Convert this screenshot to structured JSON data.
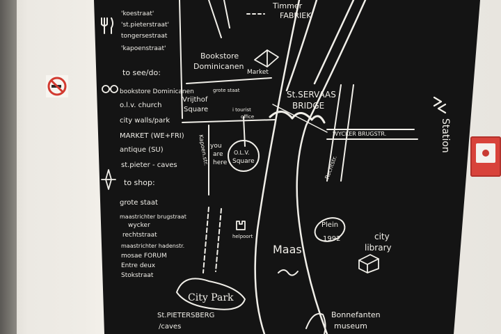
{
  "legend": {
    "food_streets": [
      "'koestraat'",
      "'st.pieterstraat'",
      "tongersestraat",
      "'kapoenstraat'"
    ],
    "see_do_heading": "to see/do:",
    "see_do_items": [
      "bookstore Dominicanen",
      "o.l.v. church",
      "city walls/park",
      "MARKET (WE+FRI)",
      "antique (SU)",
      "st.pieter - caves"
    ],
    "shop_heading": "to shop:",
    "shop_items": [
      "grote staat",
      "maastrichter brugstraat",
      "wycker",
      "rechtstraat",
      "maastrichter hadenstr.",
      "mosae FORUM",
      "Entre deux",
      "Stokstraat"
    ]
  },
  "map_labels": {
    "timmer_fabriek": [
      "Timmer",
      "FABRIEK"
    ],
    "bookstore": [
      "Bookstore",
      "Dominicanen"
    ],
    "market": "Market",
    "vrijthof": [
      "Vrijthof",
      "Square"
    ],
    "grote_staat": "grote staat",
    "tourist_office": [
      "i tourist",
      "office"
    ],
    "bridge": [
      "St.SERVAAS",
      "BRIDGE"
    ],
    "wyck_brugstr": "WYCKER BRUGSTR.",
    "rechtstr": "Rechtstr.",
    "station": "Station",
    "you_are_here": [
      "you",
      "are",
      "here"
    ],
    "olv_square": [
      "O.L.V.",
      "Square"
    ],
    "kapoenstr": "Kapoen.str.",
    "helpoort": "helpoort",
    "plein": [
      "Plein",
      "1992"
    ],
    "city_library": [
      "city",
      "library"
    ],
    "maas": "Maas",
    "city_park": "City Park",
    "st_pietersberg": [
      "St.PIETERSBERG",
      "/caves"
    ],
    "bonnefanten": [
      "Bonnefanten",
      "museum"
    ]
  },
  "colors": {
    "chalkboard": "#141414",
    "chalk": "#f1efe9",
    "wall": "#efece6",
    "alarm": "#d8433b"
  },
  "icons": [
    "fork-knife-icon",
    "glasses-icon",
    "compass-rose-icon",
    "book-icon",
    "station-logo-icon",
    "no-smoking-icon",
    "fire-alarm-icon"
  ]
}
